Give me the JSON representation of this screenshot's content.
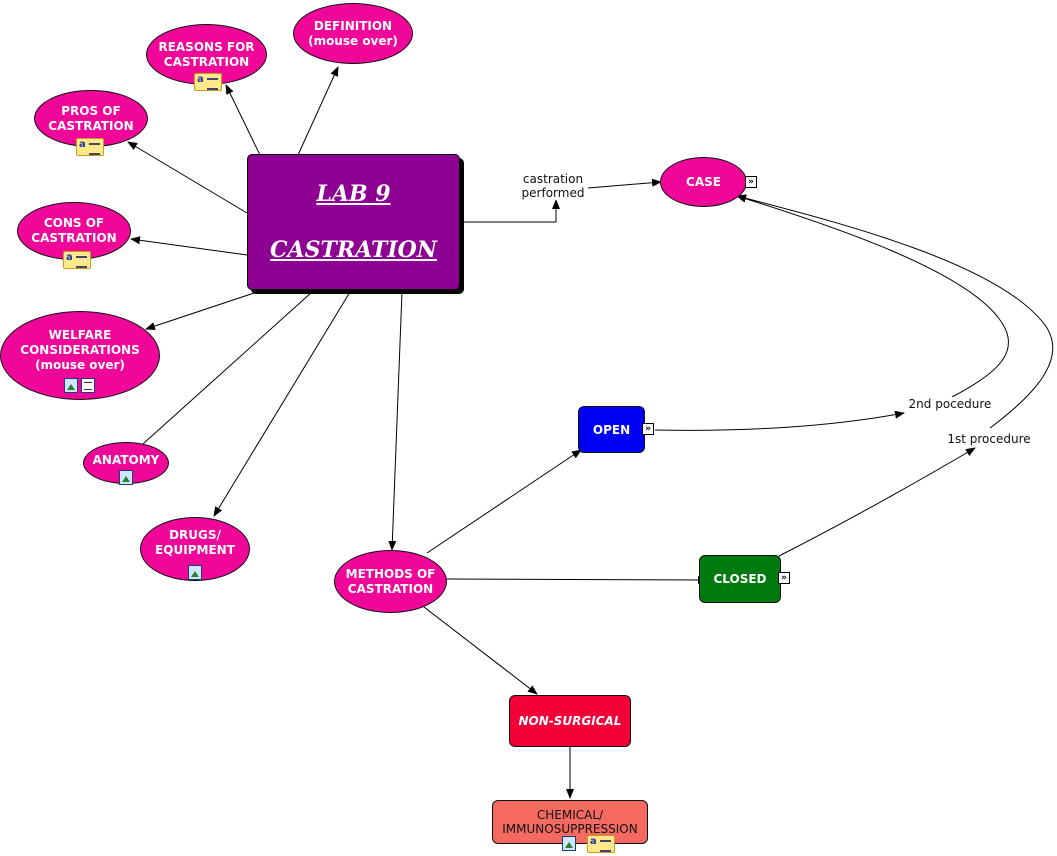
{
  "colors": {
    "concept": "#f0079a",
    "main": "#8e0094",
    "open": "#0000f5",
    "closed": "#007a0f",
    "non_surgical": "#f40038",
    "chemical": "#f56a60",
    "line": "#000000"
  },
  "main": {
    "line1": "LAB 9",
    "line2": "CASTRATION"
  },
  "nodes": {
    "definition": "DEFINITION\n(mouse over)",
    "reasons": "REASONS FOR\nCASTRATION",
    "pros": "PROS OF\nCASTRATION",
    "cons": "CONS OF\nCASTRATION",
    "welfare": "WELFARE\nCONSIDERATIONS\n(mouse over)",
    "anatomy": "ANATOMY",
    "drugs": "DRUGS/\nEQUIPMENT",
    "methods": "METHODS OF\nCASTRATION",
    "case": "CASE",
    "open": "OPEN",
    "closed": "CLOSED",
    "non_surgical": "NON-SURGICAL",
    "chemical": "CHEMICAL/\nIMMUNOSUPPRESSION"
  },
  "links": {
    "castration_performed": "castration\nperformed",
    "second_procedure": "2nd pocedure",
    "first_procedure": "1st procedure"
  },
  "icons": {
    "reasons": [
      "note-icon"
    ],
    "pros": [
      "note-icon"
    ],
    "cons": [
      "note-icon"
    ],
    "welfare": [
      "image-icon",
      "document-icon"
    ],
    "anatomy": [
      "image-icon"
    ],
    "drugs": [
      "image-icon"
    ],
    "case": [
      "expand-icon"
    ],
    "open": [
      "expand-icon"
    ],
    "closed": [
      "expand-icon"
    ],
    "chemical": [
      "image-icon",
      "note-icon"
    ]
  }
}
